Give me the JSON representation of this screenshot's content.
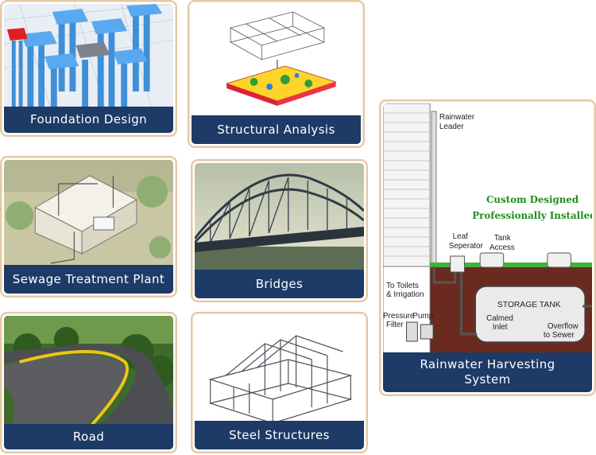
{
  "cards": [
    {
      "title": "Foundation Design"
    },
    {
      "title": "Structural Analysis"
    },
    {
      "title": "Sewage Treatment Plant"
    },
    {
      "title": "Bridges"
    },
    {
      "title": "Road"
    },
    {
      "title": "Steel Structures"
    },
    {
      "title_line1": "Rainwater Harvesting",
      "title_line2": "System"
    }
  ],
  "rainwater_diagram": {
    "leader": "Rainwater",
    "leader2": "Leader",
    "custom1": "Custom Designed",
    "custom2": "Professionally Installed",
    "leaf1": "Leaf",
    "leaf2": "Seperator",
    "tank1": "Tank",
    "tank2": "Access",
    "toilets1": "To Toilets",
    "toilets2": "& Irrigation",
    "storage": "STORAGE TANK",
    "pressure1": "Pressure",
    "pressure2": "Filter",
    "pump": "Pump",
    "calmed1": "Calmed",
    "calmed2": "Inlet",
    "overflow1": "Overflow",
    "overflow2": "to Sewer"
  },
  "colors": {
    "caption_bg": "#1e3a66",
    "card_border": "#e3c9a3",
    "accent_green": "#1e8c1e"
  }
}
